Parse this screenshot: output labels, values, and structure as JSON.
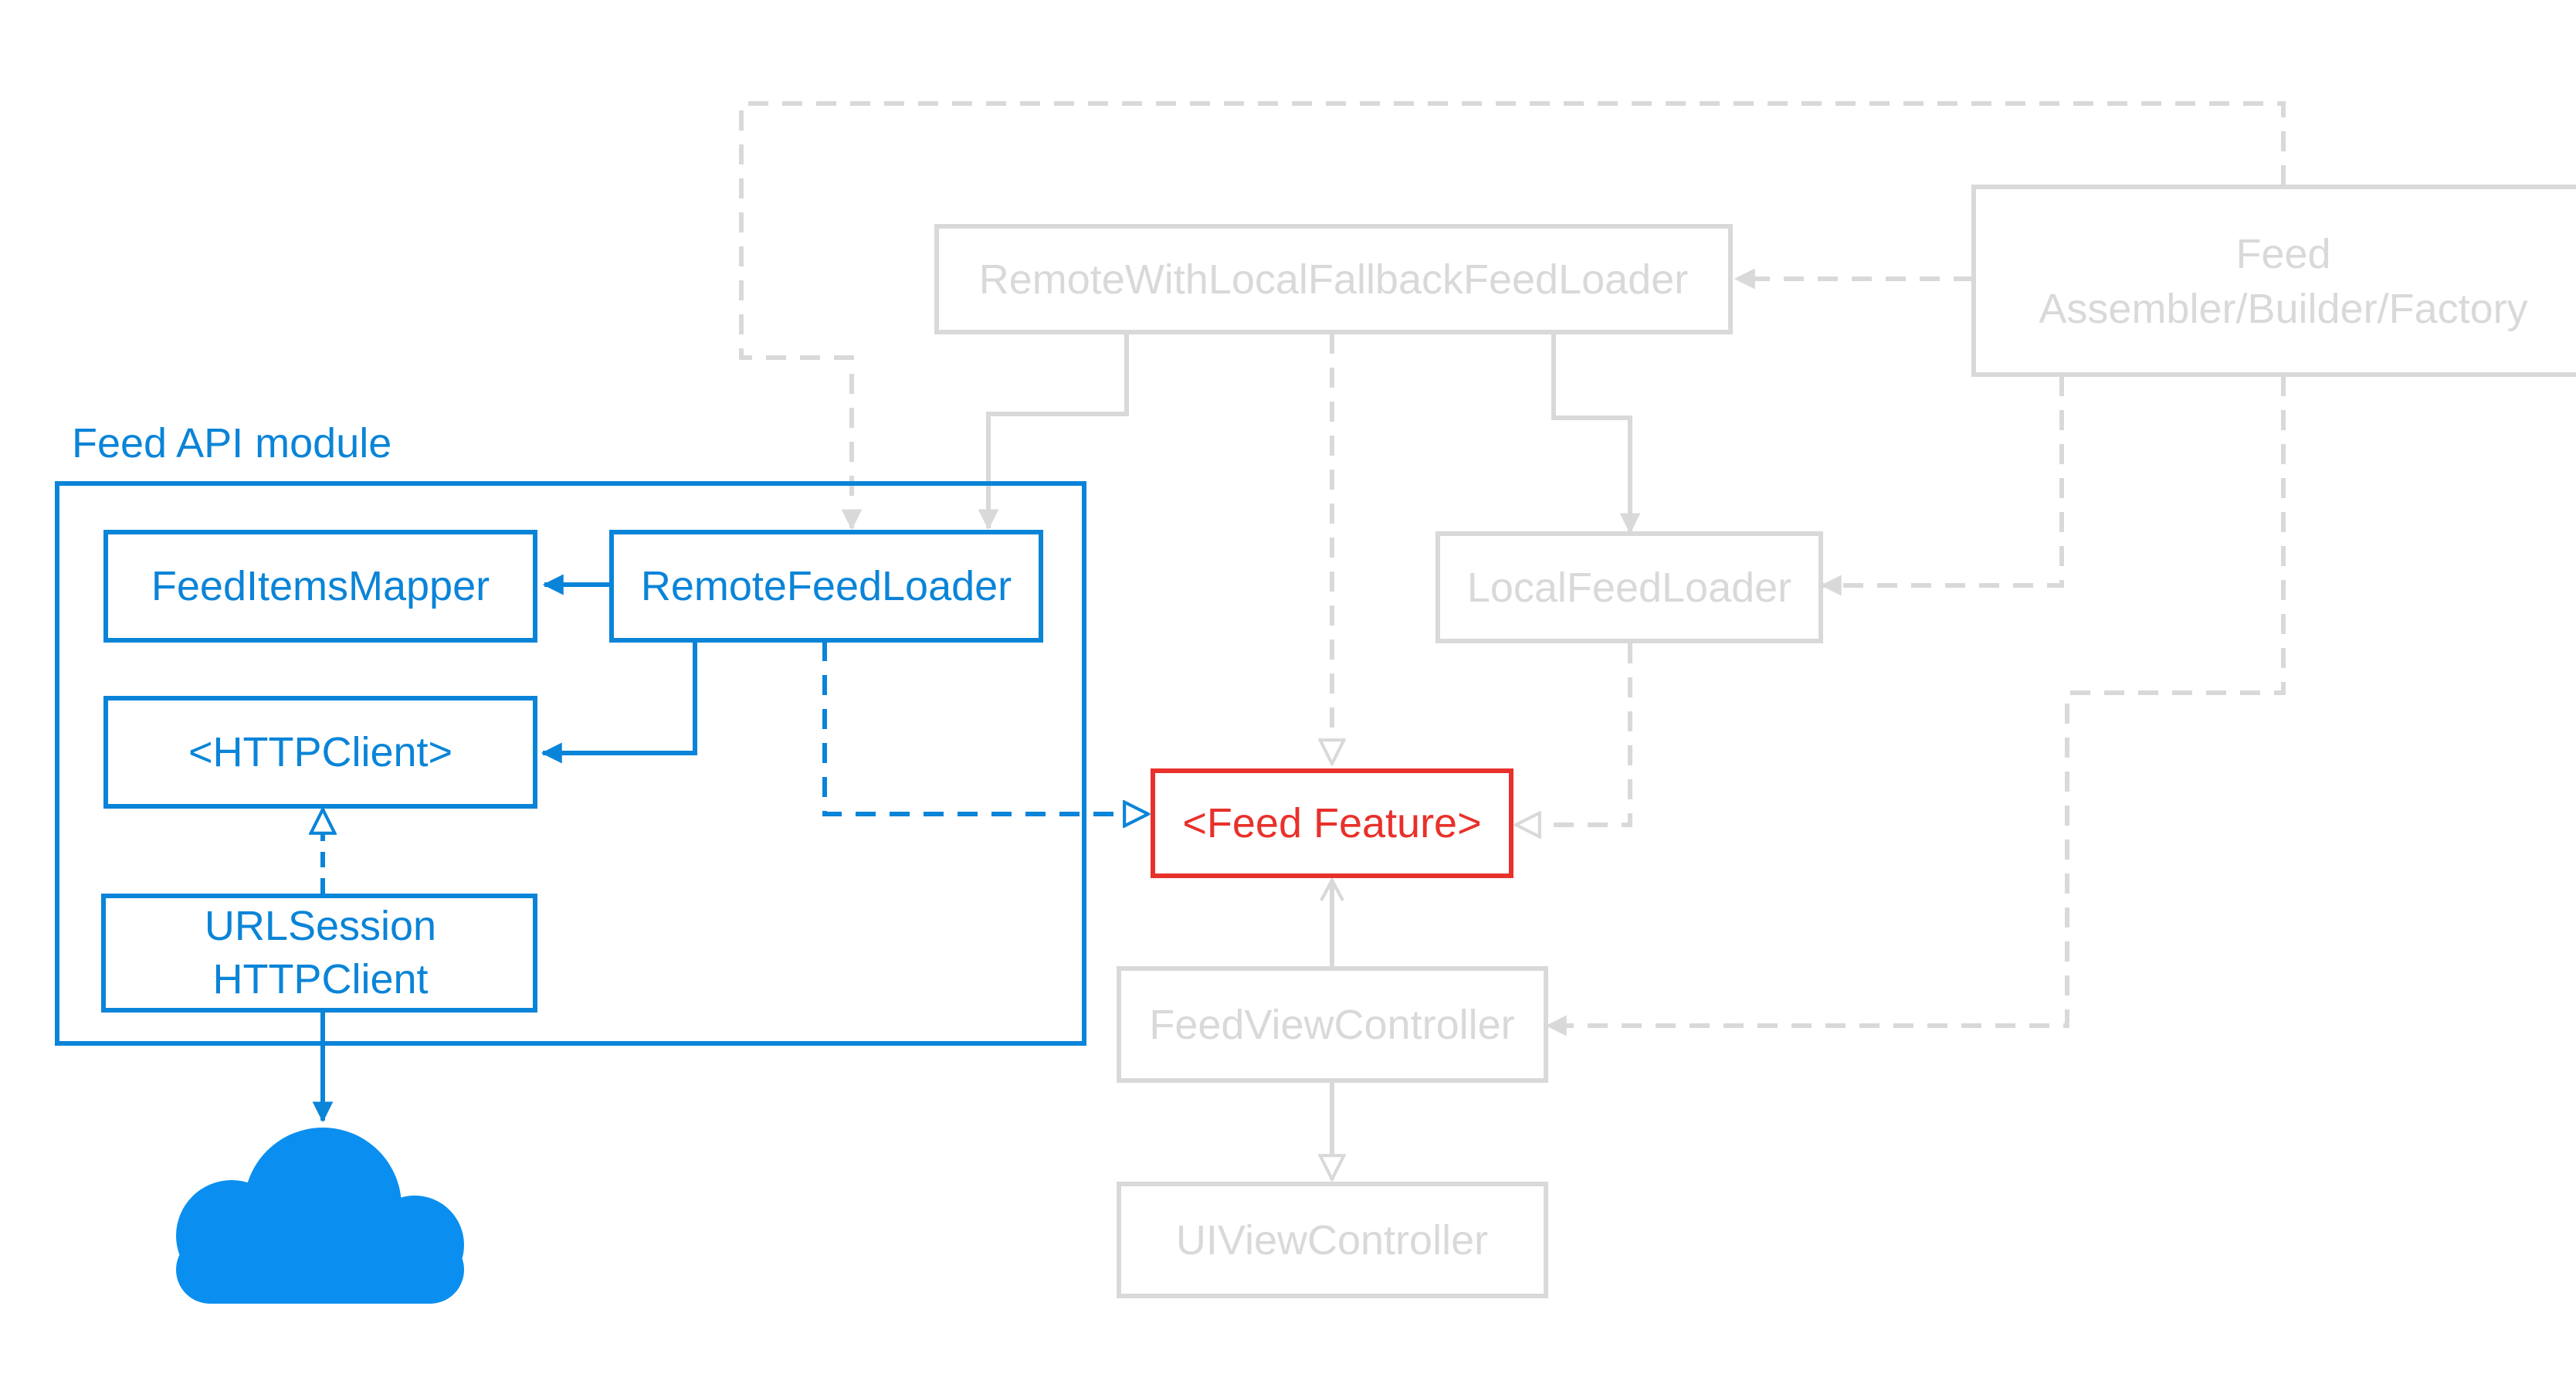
{
  "module_label": "Feed API module",
  "nodes": {
    "feed_items_mapper": "FeedItemsMapper",
    "remote_feed_loader": "RemoteFeedLoader",
    "http_client_protocol": "<HTTPClient>",
    "urlsession_client_line1": "URLSession",
    "urlsession_client_line2": "HTTPClient",
    "remote_with_fallback": "RemoteWithLocalFallbackFeedLoader",
    "feed_factory_line1": "Feed",
    "feed_factory_line2": "Assembler/Builder/Factory",
    "local_feed_loader": "LocalFeedLoader",
    "feed_feature": "<Feed Feature>",
    "feed_view_controller": "FeedViewController",
    "ui_view_controller": "UIViewController"
  },
  "icons": {
    "cloud": "cloud-icon"
  },
  "colors": {
    "module_blue": "#0A84D8",
    "feature_red": "#E8312B",
    "faded_gray": "#D9D9D9",
    "cloud_blue": "#0A8FF0"
  }
}
